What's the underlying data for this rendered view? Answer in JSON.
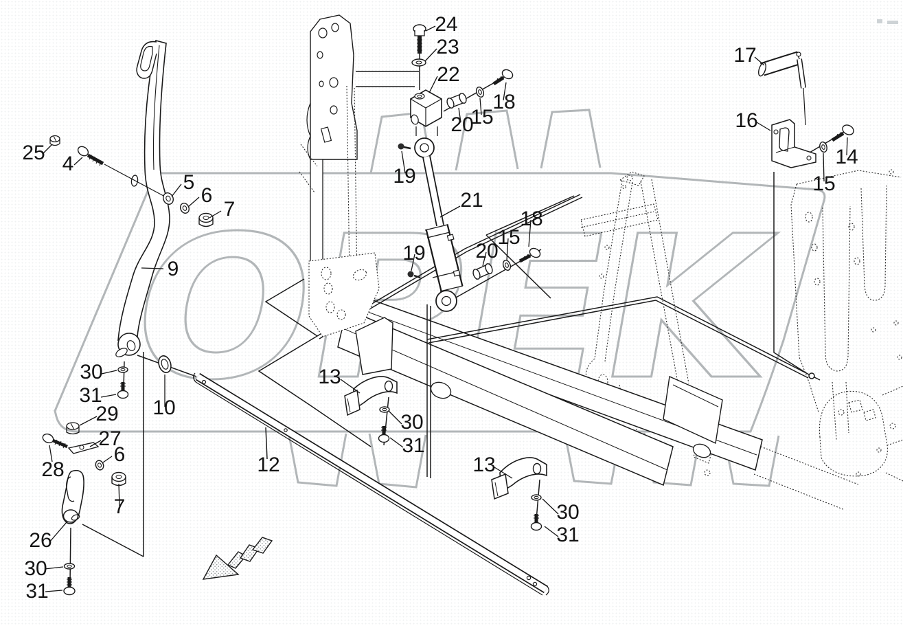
{
  "diagram": {
    "type": "exploded-parts-diagram",
    "watermark": {
      "text": "OPEK",
      "color": "#b2b6b8"
    },
    "colors": {
      "line": "#1a1a1a",
      "background": "#ffffff",
      "arrow_hatch": "#8f9496"
    },
    "labels": [
      {
        "id": "24",
        "text": "24"
      },
      {
        "id": "23",
        "text": "23"
      },
      {
        "id": "22",
        "text": "22"
      },
      {
        "id": "18-top",
        "text": "18"
      },
      {
        "id": "15-top",
        "text": "15"
      },
      {
        "id": "20-top",
        "text": "20"
      },
      {
        "id": "19-upper",
        "text": "19"
      },
      {
        "id": "17",
        "text": "17"
      },
      {
        "id": "16",
        "text": "16"
      },
      {
        "id": "14",
        "text": "14"
      },
      {
        "id": "15-right",
        "text": "15"
      },
      {
        "id": "25",
        "text": "25"
      },
      {
        "id": "4",
        "text": "4"
      },
      {
        "id": "5",
        "text": "5"
      },
      {
        "id": "6-upper",
        "text": "6"
      },
      {
        "id": "7-upper",
        "text": "7"
      },
      {
        "id": "9",
        "text": "9"
      },
      {
        "id": "21",
        "text": "21"
      },
      {
        "id": "19-lower",
        "text": "19"
      },
      {
        "id": "20-mid",
        "text": "20"
      },
      {
        "id": "15-mid",
        "text": "15"
      },
      {
        "id": "18-mid",
        "text": "18"
      },
      {
        "id": "13-left",
        "text": "13"
      },
      {
        "id": "30-rail-left",
        "text": "30"
      },
      {
        "id": "31-rail-left",
        "text": "31"
      },
      {
        "id": "12",
        "text": "12"
      },
      {
        "id": "13-right",
        "text": "13"
      },
      {
        "id": "30-rail-right",
        "text": "30"
      },
      {
        "id": "31-rail-right",
        "text": "31"
      },
      {
        "id": "10",
        "text": "10"
      },
      {
        "id": "30-lever",
        "text": "30"
      },
      {
        "id": "31-lever",
        "text": "31"
      },
      {
        "id": "29",
        "text": "29"
      },
      {
        "id": "27",
        "text": "27"
      },
      {
        "id": "6-lower",
        "text": "6"
      },
      {
        "id": "28",
        "text": "28"
      },
      {
        "id": "7-lower",
        "text": "7"
      },
      {
        "id": "26",
        "text": "26"
      },
      {
        "id": "30-bottom",
        "text": "30"
      },
      {
        "id": "31-bottom",
        "text": "31"
      }
    ]
  }
}
